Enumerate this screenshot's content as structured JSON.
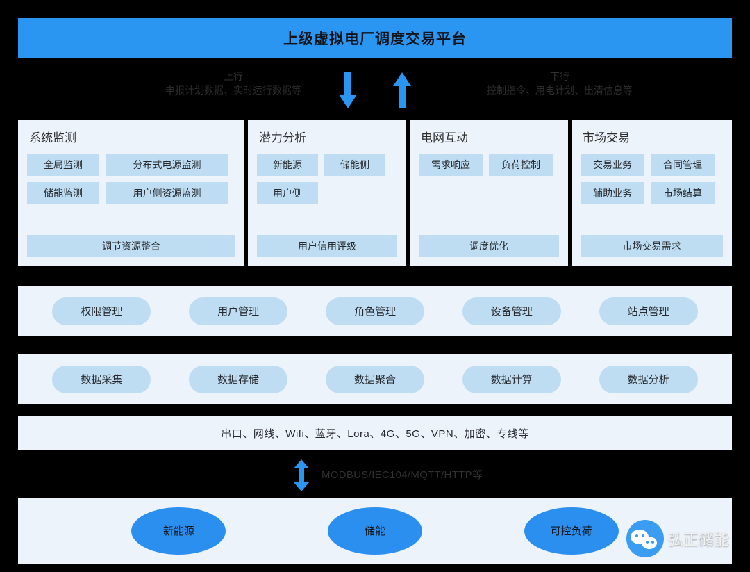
{
  "banner": {
    "title": "上级虚拟电厂调度交易平台"
  },
  "exchange": {
    "uplink": {
      "head": "上行",
      "body": "申报计划数据、实时运行数据等"
    },
    "downlink": {
      "head": "下行",
      "body": "控制指令、用电计划、出清信息等"
    },
    "arrow_down_icon": "arrow-down-icon",
    "arrow_up_icon": "arrow-up-icon"
  },
  "cards": [
    {
      "title": "系统监测",
      "rows": [
        [
          "全局监测",
          "分布式电源监测"
        ],
        [
          "储能监测",
          "用户侧资源监测"
        ]
      ],
      "footer": "调节资源整合"
    },
    {
      "title": "潜力分析",
      "rows": [
        [
          "新能源",
          "储能侧"
        ],
        [
          "用户侧"
        ]
      ],
      "footer": "用户信用评级"
    },
    {
      "title": "电网互动",
      "rows": [
        [
          "需求响应",
          "负荷控制"
        ]
      ],
      "footer": "调度优化"
    },
    {
      "title": "市场交易",
      "rows": [
        [
          "交易业务",
          "合同管理"
        ],
        [
          "辅助业务",
          "市场结算"
        ]
      ],
      "footer": "市场交易需求"
    }
  ],
  "management_layer": {
    "items": [
      "权限管理",
      "用户管理",
      "角色管理",
      "设备管理",
      "站点管理"
    ]
  },
  "data_layer": {
    "items": [
      "数据采集",
      "数据存储",
      "数据聚合",
      "数据计算",
      "数据分析"
    ]
  },
  "communication_layer": {
    "text": "串口、网线、Wifi、蓝牙、Lora、4G、5G、VPN、加密、专线等"
  },
  "protocol_layer": {
    "label": "MODBUS/IEC104/MQTT/HTTP等",
    "arrow_icon": "arrow-up-down-icon"
  },
  "resource_layer": {
    "items": [
      "新能源",
      "储能",
      "可控负荷"
    ]
  },
  "watermark": {
    "text": "弘正储能",
    "icon": "wechat-icon"
  },
  "colors": {
    "banner_blue": "#2B96F1",
    "ellipse_blue": "#2B8FF0",
    "pill_blue": "#BEDDF2",
    "panel_bg": "#EDF3FA",
    "page_bg": "#000000"
  }
}
